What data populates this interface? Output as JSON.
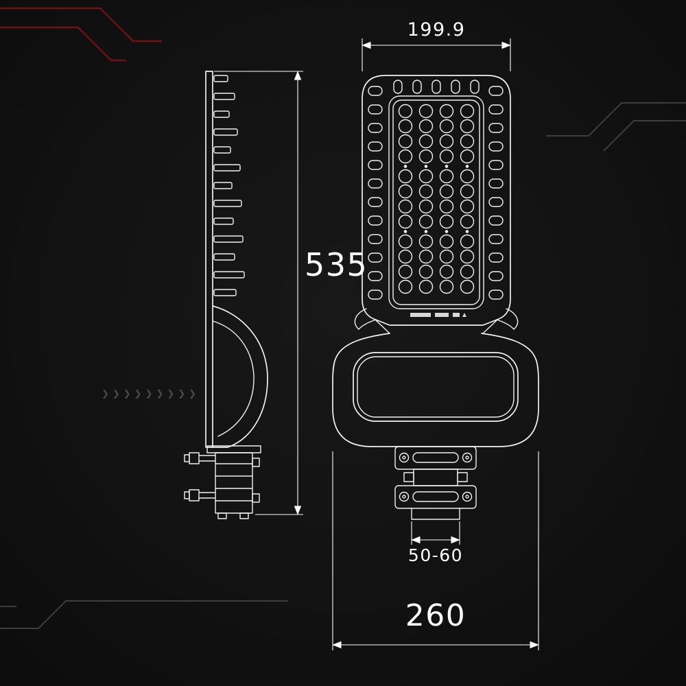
{
  "page": {
    "background": "#121212"
  },
  "colors": {
    "line": "#f2f2f2",
    "accent_red": "#6e1414",
    "trace_gray": "#3e3e3e"
  },
  "views": {
    "side": {
      "fin_count": 13
    },
    "front": {
      "vent_slots_per_side": 12,
      "top_vent_slots": 5,
      "led_grid": {
        "columns": 4,
        "rows": 12,
        "groups": 3
      }
    }
  },
  "dimensions": {
    "head_width": "199.9",
    "overall_height": "535",
    "pole_clamp_range": "50-60",
    "overall_width": "260"
  },
  "decor": {
    "chevrons": "❯❯❯❯❯❯❯❯❯"
  }
}
